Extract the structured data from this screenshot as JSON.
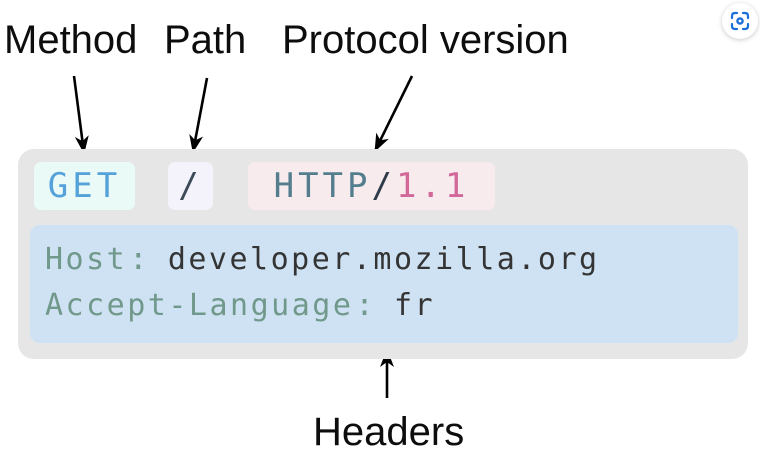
{
  "labels": {
    "method": "Method",
    "path": "Path",
    "protocol_version": "Protocol version",
    "headers": "Headers"
  },
  "request_line": {
    "method": "GET",
    "path": "/",
    "protocol": {
      "name": "HTTP",
      "separator": "/",
      "version": "1.1"
    }
  },
  "headers": [
    {
      "name": "Host",
      "colon": ":",
      "value": "developer.mozilla.org"
    },
    {
      "name": "Accept-Language",
      "colon": ":",
      "value": "fr"
    }
  ],
  "icons": {
    "capture": "capture-viewfinder-icon"
  },
  "colors": {
    "panel_bg": "#e6e6e7",
    "method_bg": "#eafaf7",
    "method_text": "#55a1d9",
    "path_bg": "#f4f3fb",
    "path_text": "#3c4a57",
    "protocol_bg": "#f8ebee",
    "protocol_name_text": "#547e8e",
    "protocol_separator_text": "#2e3c49",
    "protocol_version_text": "#d2689a",
    "headers_bg": "#cfe2f3",
    "header_name_text": "#71998b",
    "header_value_text": "#343434",
    "label_text": "#0d0d0d",
    "arrow": "#000000",
    "capture_icon": "#1b6fd8"
  }
}
